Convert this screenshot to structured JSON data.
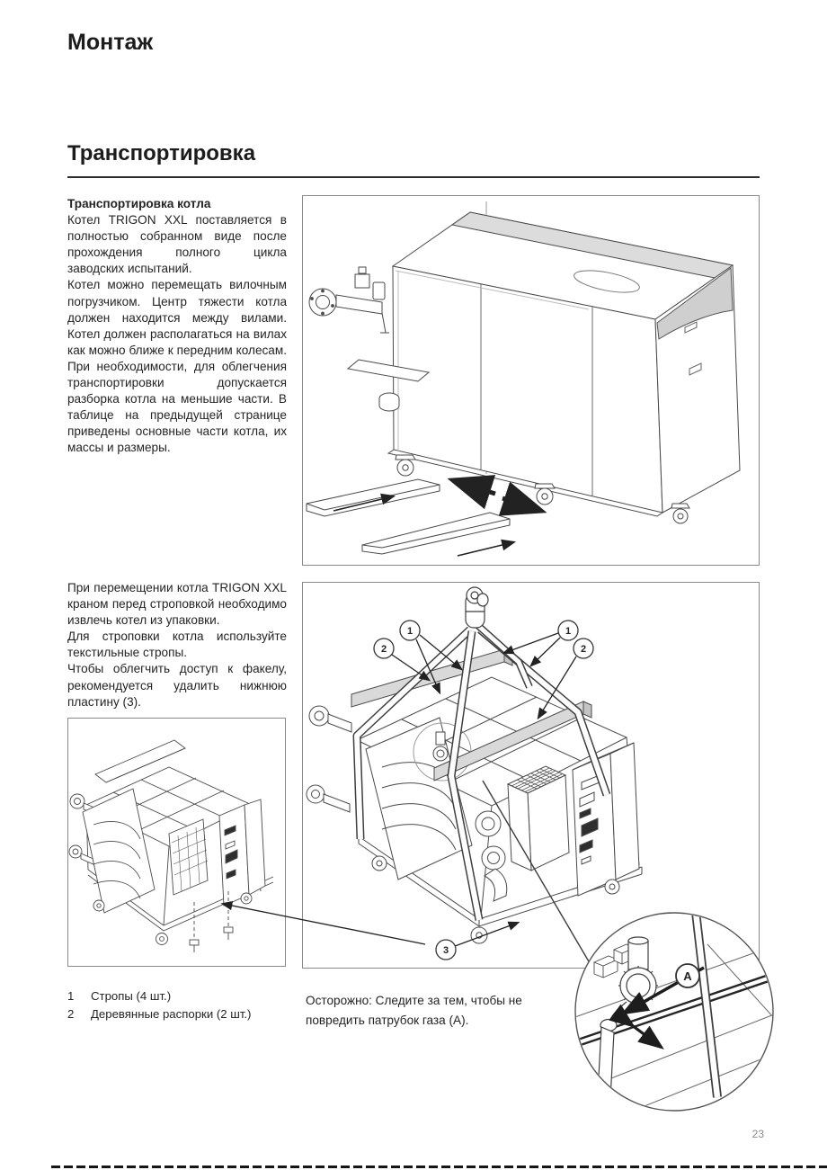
{
  "page": {
    "chapter_title": "Монтаж",
    "section_title": "Транспортировка",
    "page_number": "23"
  },
  "colors": {
    "text": "#242424",
    "figure_line": "#3f3f3f",
    "figure_shade": "#d9d9d9"
  },
  "intro": {
    "heading": "Транспортировка котла",
    "paragraphs": [
      "Котел TRIGON XXL поставляется в полностью собранном виде после прохождения полного цикла заводских испытаний.",
      "Котел можно перемещать вилочным погрузчиком. Центр тяжести котла должен находится между вилами. Котел должен располагаться на вилах как можно ближе к передним колесам. При необходимости, для облегчения транспортировки допускается разборка котла на меньшие части. В таблице на предыдущей странице приведены основные части котла, их массы и размеры."
    ]
  },
  "crane_section": {
    "paragraphs": [
      "При перемещении котла TRIGON XXL краном перед строповкой необходимо извлечь котел из упаковки.",
      "Для строповки котла используйте текстильные стропы.",
      "Чтобы облегчить доступ к факелу, рекомендуется удалить нижнюю пластину (3)."
    ]
  },
  "legend": {
    "items": [
      {
        "num": "1",
        "label": "Стропы (4 шт.)"
      },
      {
        "num": "2",
        "label": "Деревянные распорки (2 шт.)"
      }
    ]
  },
  "caution": {
    "text": "Осторожно: Следите за тем, чтобы не повредить патрубок газа (А)."
  },
  "figures": {
    "crane": {
      "callouts": [
        "1",
        "1",
        "2",
        "2",
        "3"
      ]
    },
    "detail": {
      "label": "A"
    }
  }
}
